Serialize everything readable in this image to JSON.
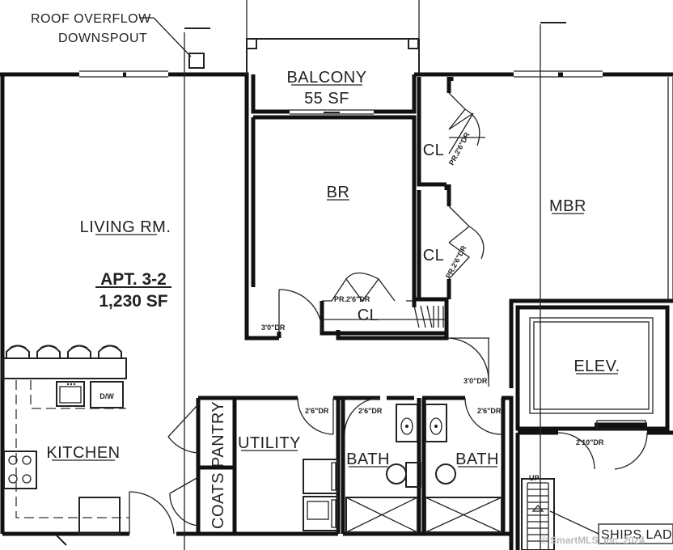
{
  "annotations": {
    "downspout_line1": "ROOF OVERFLOW",
    "downspout_line2": "DOWNSPOUT",
    "stair_up": "UP",
    "ships_ladder": "SHIPS LADD",
    "watermark": "© SmartMLS, Inc. 2024"
  },
  "apartment": {
    "unit": "APT. 3-2",
    "area": "1,230 SF"
  },
  "rooms": {
    "balcony": "BALCONY",
    "balcony_area": "55 SF",
    "living": "LIVING RM.",
    "bedroom": "BR",
    "master_bedroom": "MBR",
    "closet_1": "CL",
    "closet_2": "CL",
    "closet_3": "CL",
    "elevator": "ELEV.",
    "kitchen": "KITCHEN",
    "pantry": "PANTRY",
    "coats": "COATS",
    "utility": "UTILITY",
    "bath_1": "BATH",
    "bath_2": "BATH"
  },
  "fixtures": {
    "dishwasher": "D/W"
  },
  "doors": {
    "closet_upper": "PR.2'6\"DR",
    "closet_middle": "PR.2'6\"DR",
    "closet_lower": "PR.2'6\"DR",
    "bedroom_door": "3'0\"DR",
    "hall_door": "3'0\"DR",
    "utility_door": "2'6\"DR",
    "bath1_door": "2'6\"DR",
    "bath2_door": "2'6\"DR",
    "elevator_door": "2'10\"DR"
  }
}
